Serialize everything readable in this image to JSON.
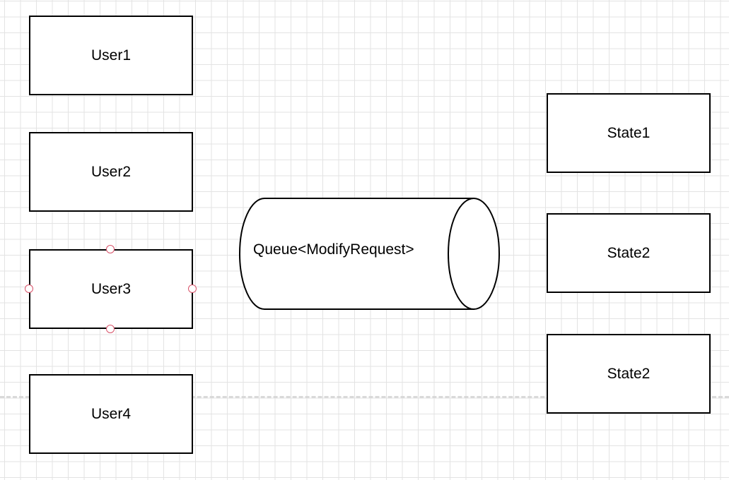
{
  "diagram": {
    "users": [
      {
        "label": "User1"
      },
      {
        "label": "User2"
      },
      {
        "label": "User3"
      },
      {
        "label": "User4"
      }
    ],
    "queue": {
      "label": "Queue<ModifyRequest>"
    },
    "states": [
      {
        "label": "State1"
      },
      {
        "label": "State2"
      },
      {
        "label": "State2"
      }
    ],
    "selected_shape": "User3",
    "colors": {
      "stroke": "#000000",
      "fill": "#ffffff",
      "grid": "#e3e3e3",
      "handle": "#d9536a",
      "page_break": "#d9d9d9"
    }
  }
}
